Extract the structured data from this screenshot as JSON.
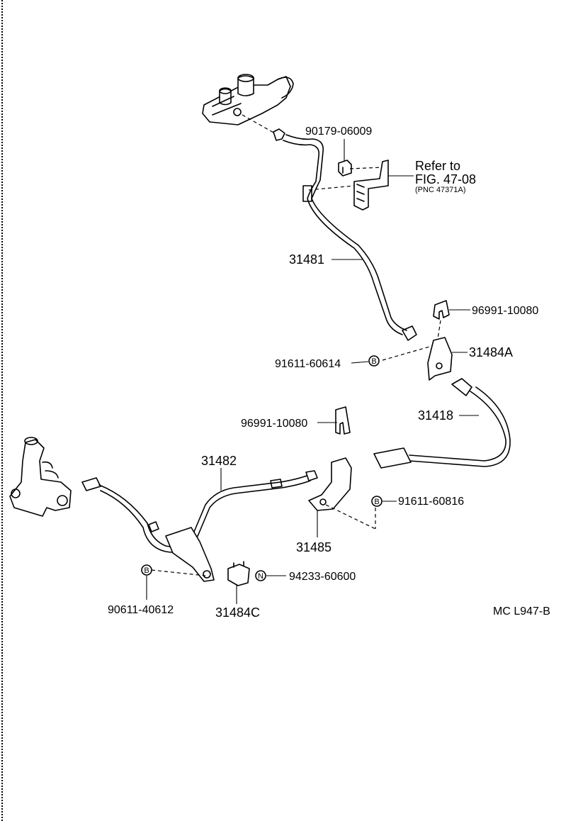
{
  "figure_code": "MC L947-B",
  "refer_note": {
    "line1": "Refer to",
    "line2": "FIG. 47-08",
    "line3": "(PNC 47371A)"
  },
  "callouts": {
    "c_90179": "90179-06009",
    "c_31481": "31481",
    "c_96991_top": "96991-10080",
    "c_31484A": "31484A",
    "c_91611_top": "91611-60614",
    "c_31418": "31418",
    "c_96991_mid": "96991-10080",
    "c_31482": "31482",
    "c_91611_mid": "91611-60816",
    "c_31485": "31485",
    "c_90611": "90611-40612",
    "c_94233": "94233-60600",
    "c_31484C": "31484C"
  },
  "symbols": {
    "bolt_mark": "B",
    "nut_mark": "N"
  }
}
